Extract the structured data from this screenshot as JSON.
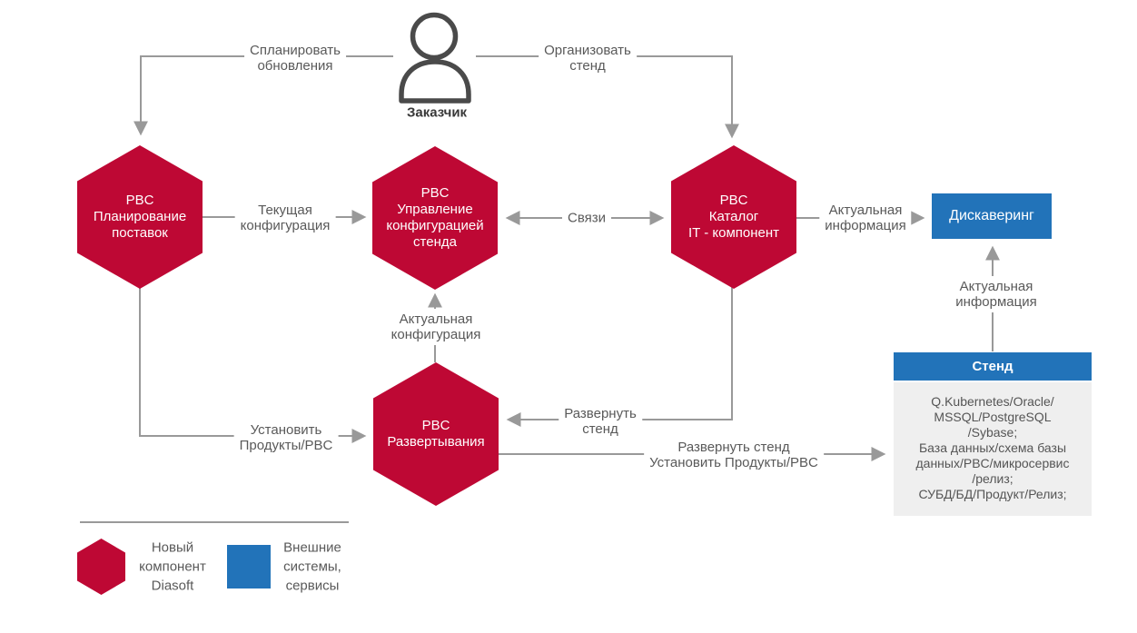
{
  "colors": {
    "component_red": "#BE0834",
    "external_blue": "#2273B9",
    "line_gray": "#999999",
    "label_gray": "#595959",
    "person_gray": "#4A4A4A",
    "stand_bg": "#EFEFEF",
    "stand_text": "#555555"
  },
  "actor": {
    "label": "Заказчик"
  },
  "hexagons": {
    "planning": [
      "PBC",
      "Планирование",
      "поставок"
    ],
    "config": [
      "PBC",
      "Управление",
      "конфигурацией",
      "стенда"
    ],
    "catalog": [
      "PBC",
      "Каталог",
      "IT - компонент"
    ],
    "deploy": [
      "PBC",
      "Развертывания"
    ]
  },
  "discovering": {
    "label": "Дискаверинг"
  },
  "stand": {
    "title": "Стенд",
    "body": [
      "Q.Kubernetes/Oracle/",
      "MSSQL/PostgreSQL",
      "/Sybase;",
      "База данных/схема базы",
      "данных/PBC/микросервис",
      "/релиз;",
      "СУБД/БД/Продукт/Релиз;"
    ]
  },
  "edges": {
    "plan_updates": [
      "Спланировать",
      "обновления"
    ],
    "organize_stand": [
      "Организовать",
      "стенд"
    ],
    "current_config": [
      "Текущая",
      "конфигурация"
    ],
    "links": "Связи",
    "actual_info": [
      "Актуальная",
      "информация"
    ],
    "actual_config": [
      "Актуальная",
      "конфигурация"
    ],
    "install_products": [
      "Установить",
      "Продукты/PBC"
    ],
    "deploy_stand": [
      "Развернуть",
      "стенд"
    ],
    "deploy_install": [
      "Развернуть стенд",
      "Установить Продукты/PBC"
    ],
    "actual_info2": [
      "Актуальная",
      "информация"
    ]
  },
  "legend": {
    "new_component": [
      "Новый",
      "компонент",
      "Diasoft"
    ],
    "external": [
      "Внешние",
      "системы,",
      "сервисы"
    ]
  }
}
